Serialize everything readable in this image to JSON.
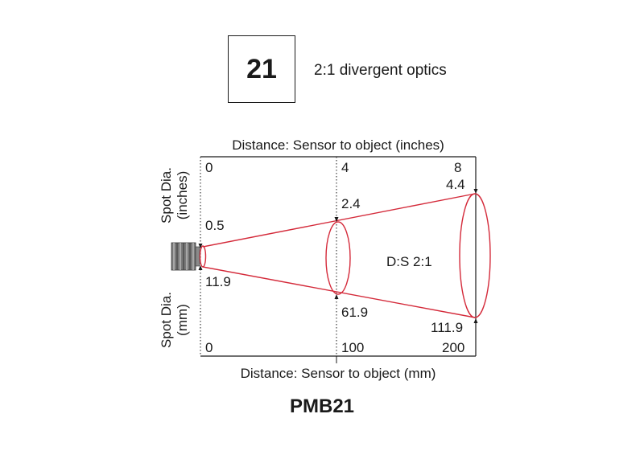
{
  "header": {
    "code": "21",
    "optics_description": "2:1 divergent optics"
  },
  "diagram": {
    "top_axis_title": "Distance: Sensor to object (inches)",
    "bottom_axis_title": "Distance: Sensor to object (mm)",
    "left_label_top": [
      "Spot Dia.",
      "(inches)"
    ],
    "left_label_bottom": [
      "Spot Dia.",
      "(mm)"
    ],
    "ratio_label": "D:S 2:1",
    "line_color": "#d42a3a",
    "stations": [
      {
        "distance_in": "0",
        "distance_mm": "0",
        "spot_in": "0.5",
        "spot_mm": "11.9"
      },
      {
        "distance_in": "4",
        "distance_mm": "100",
        "spot_in": "2.4",
        "spot_mm": "61.9"
      },
      {
        "distance_in": "8",
        "distance_mm": "200",
        "spot_in": "4.4",
        "spot_mm": "111.9"
      }
    ],
    "sensor_icon": "sensor-icon"
  },
  "product": {
    "name": "PMB21"
  }
}
